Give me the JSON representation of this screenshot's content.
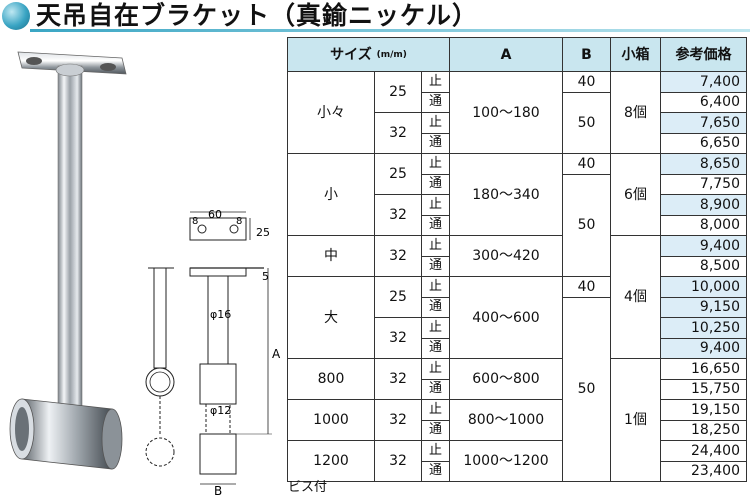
{
  "title": "天吊自在ブラケット（真鍮ニッケル）",
  "headers": {
    "size": "サイズ",
    "size_unit": "(m/m)",
    "a": "A",
    "b": "B",
    "box": "小箱",
    "price": "参考価格"
  },
  "rows": [
    {
      "name": "小々",
      "dia": "25",
      "type": "止",
      "a": "100〜180",
      "b": "40",
      "box": "8個",
      "price": "7,400"
    },
    {
      "type": "通",
      "b": "50",
      "price": "6,400"
    },
    {
      "dia": "32",
      "type": "止",
      "price": "7,650"
    },
    {
      "type": "通",
      "price": "6,650"
    },
    {
      "name": "小",
      "dia": "25",
      "type": "止",
      "a": "180〜340",
      "b": "40",
      "box": "6個",
      "price": "8,650"
    },
    {
      "type": "通",
      "b": "50",
      "price": "7,750"
    },
    {
      "dia": "32",
      "type": "止",
      "price": "8,900"
    },
    {
      "type": "通",
      "price": "8,000"
    },
    {
      "name": "中",
      "dia": "32",
      "type": "止",
      "a": "300〜420",
      "box": "4個",
      "price": "9,400"
    },
    {
      "type": "通",
      "price": "8,500"
    },
    {
      "name": "大",
      "dia": "25",
      "type": "止",
      "a": "400〜600",
      "b": "40",
      "price": "10,000"
    },
    {
      "type": "通",
      "b": "50",
      "price": "9,150"
    },
    {
      "dia": "32",
      "type": "止",
      "price": "10,250"
    },
    {
      "type": "通",
      "price": "9,400"
    },
    {
      "name": "800",
      "dia": "32",
      "type": "止",
      "a": "600〜800",
      "box": "1個",
      "price": "16,650"
    },
    {
      "type": "通",
      "price": "15,750"
    },
    {
      "name": "1000",
      "dia": "32",
      "type": "止",
      "a": "800〜1000",
      "price": "19,150"
    },
    {
      "type": "通",
      "price": "18,250"
    },
    {
      "name": "1200",
      "dia": "32",
      "type": "止",
      "a": "1000〜1200",
      "price": "24,400"
    },
    {
      "type": "通",
      "price": "23,400"
    }
  ],
  "drawing": {
    "dim_60": "60",
    "dim_8a": "8",
    "dim_8b": "8",
    "dim_25": "25",
    "dim_5": "5",
    "dim_phi16": "φ16",
    "dim_phi12": "φ12",
    "dim_a": "A",
    "dim_b": "B"
  },
  "note": "ビス付",
  "colors": {
    "header_bg": "#c9e6ef",
    "price_bg": "#dcedf7",
    "accent": "#39a4c3"
  }
}
